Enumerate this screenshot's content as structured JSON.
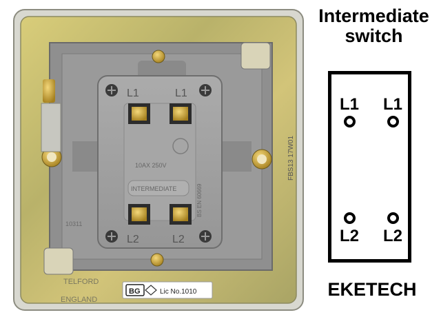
{
  "photo": {
    "marks": {
      "top_left": "L1",
      "top_right": "L1",
      "bottom_left": "L2",
      "bottom_right": "L2",
      "rating": "10AX 250V",
      "center": "INTERMEDIATE",
      "side": "FBS13  17W01",
      "standard": "BS EN 60669",
      "code": "10311",
      "maker_1": "TELFORD",
      "maker_2": "ENGLAND",
      "logo": "BG",
      "licence": "Lic No.1010"
    }
  },
  "diagram": {
    "title_line1": "Intermediate",
    "title_line2": "switch",
    "terminals": {
      "top_left": "L1",
      "top_right": "L1",
      "bottom_left": "L2",
      "bottom_right": "L2"
    }
  },
  "brand": "EKETECH",
  "colors": {
    "backplate": "#c8b85a",
    "body": "#8f8f8f",
    "module": "#a3a3a3",
    "brass": "#c9a33a"
  }
}
